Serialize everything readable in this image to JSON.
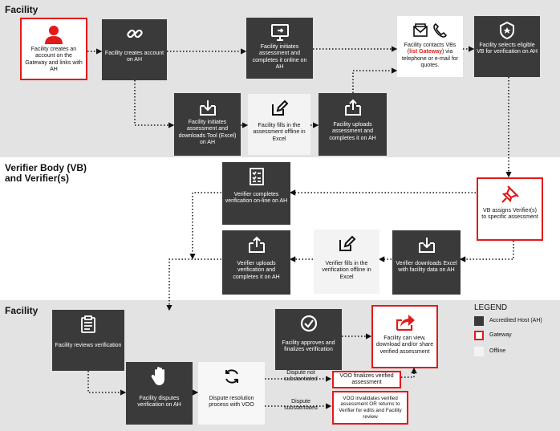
{
  "sections": {
    "facility_top": "Facility",
    "verifier": "Verifier Body (VB)\nand Verifier(s)",
    "facility_bottom": "Facility"
  },
  "boxes": {
    "create_account_gateway": "Facility creates an account on the Gateway and links with AH",
    "create_account_ah": "Facility creates account on AH",
    "initiate_online": "Facility initiates assessment and completes it online on AH",
    "contact_vbs_pre": "Facility contacts VBs (",
    "contact_vbs_link": "list Gateway",
    "contact_vbs_post": ") via telephone or e-mail for quotes.",
    "select_vb": "Facility selects eligible VB for verification on AH",
    "initiate_download": "Facility initiates assessment and downloads Tool (Excel) on AH",
    "fill_offline": "Facility fills in the assessment offline in Excel",
    "upload_assessment": "Facility uploads assessment and completes it on AH",
    "vb_assigns": "VB assigns Verifier(s) to specific assessment",
    "verifier_online": "Verifier completes verification on-line on AH",
    "verifier_upload": "Verifier uploads verification and completes it on AH",
    "verifier_fill_offline": "Verifier fills in the verification offline in Excel",
    "verifier_download": "Verifier downloads Excel with facility data on AH",
    "facility_reviews": "Facility reviews verification",
    "facility_approves": "Facility approves and finalizes verification",
    "facility_view": "Facility can view, download and/or share verified assessment",
    "facility_disputes": "Facility disputes verification on AH",
    "dispute_process": "Dispute resolution process with VOO",
    "voo_finalizes": "VOO finalizes verified assessment",
    "voo_invalidates": "VOO invalidates verified assessment OR returns to Verifier for edits and Facility review"
  },
  "labels": {
    "not_substantiated": "Dispute not substantiated",
    "substantiated": "Dispute substantiated"
  },
  "legend": {
    "title": "LEGEND",
    "items": [
      {
        "label": "Accredited Host (AH)",
        "color": "#3a3a3a"
      },
      {
        "label": "Gateway",
        "color": "#e21a1a"
      },
      {
        "label": "Offline",
        "color": "#f3f3f3"
      }
    ]
  },
  "icons": {
    "user": "user-icon",
    "link": "link-icon",
    "monitor": "monitor-icon",
    "mail_phone": "mail-phone-icon",
    "badge": "shield-badge-icon",
    "download": "download-box-icon",
    "pencil": "pencil-square-icon",
    "upload": "upload-box-icon",
    "pin": "pushpin-icon",
    "checklist": "checklist-icon",
    "clipboard": "clipboard-icon",
    "check": "check-circle-icon",
    "share": "share-arrow-icon",
    "hand": "hand-stop-icon",
    "cycle": "refresh-cycle-icon"
  },
  "colors": {
    "ah": "#3a3a3a",
    "gateway": "#e21a1a",
    "offline": "#f3f3f3",
    "band": "#e3e3e3"
  }
}
